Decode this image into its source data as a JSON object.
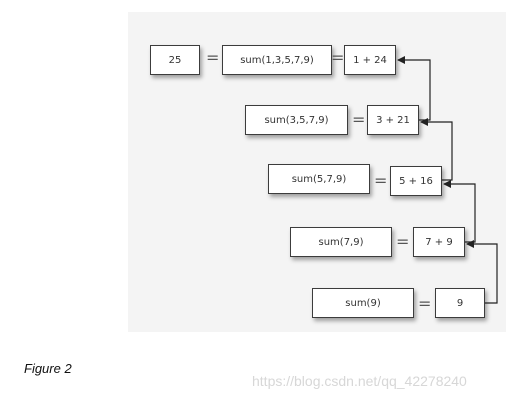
{
  "diagram": {
    "rows": [
      {
        "expr": "25",
        "expansion": "sum(1,3,5,7,9)",
        "result": "1 + 24"
      },
      {
        "expansion": "sum(3,5,7,9)",
        "result": "3 + 21"
      },
      {
        "expansion": "sum(5,7,9)",
        "result": "5 + 16"
      },
      {
        "expansion": "sum(7,9)",
        "result": "7 + 9"
      },
      {
        "expansion": "sum(9)",
        "result": "9"
      }
    ],
    "equals": "="
  },
  "caption": "Figure 2",
  "watermark": "https://blog.csdn.net/qq_42278240"
}
